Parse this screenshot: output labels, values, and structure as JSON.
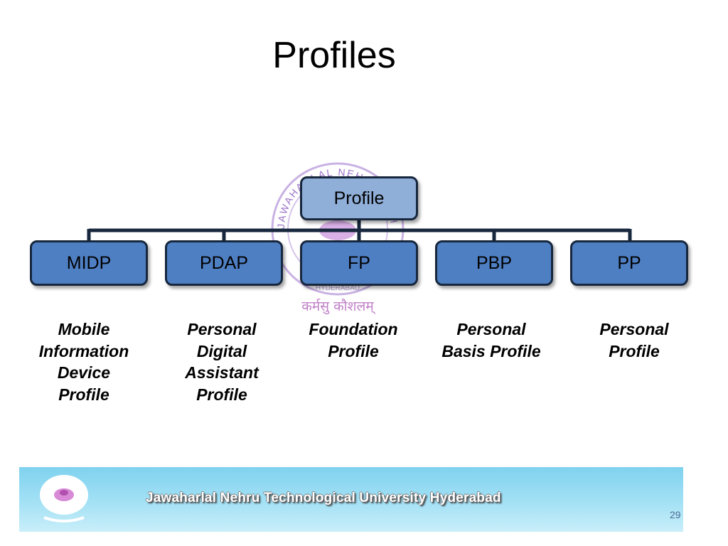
{
  "slide": {
    "title": "Profiles",
    "page_number": "29"
  },
  "diagram": {
    "root": {
      "label": "Profile"
    },
    "children": [
      {
        "label": "MIDP",
        "description": [
          "Mobile",
          "Information",
          "Device",
          "Profile"
        ]
      },
      {
        "label": "PDAP",
        "description": [
          "Personal",
          "Digital",
          "Assistant",
          "Profile"
        ]
      },
      {
        "label": "FP",
        "description": [
          "Foundation",
          "Profile"
        ]
      },
      {
        "label": "PBP",
        "description": [
          "Personal",
          "Basis Profile"
        ]
      },
      {
        "label": "PP",
        "description": [
          "Personal",
          "Profile"
        ]
      }
    ]
  },
  "footer": {
    "text": "Jawaharlal Nehru Technological University Hyderabad"
  },
  "watermark": {
    "arc_text": "JAWAHARLAL NEHRU TECHNOLOGICAL",
    "bottom_text": "HYDERABAD",
    "motto": "कर्मसु कौशलम्"
  },
  "colors": {
    "root_fill": "#8faed8",
    "child_fill": "#4f7fc3",
    "box_border": "#17273d",
    "footer_band": "#a4e1f5",
    "watermark": "#9a72c8"
  }
}
